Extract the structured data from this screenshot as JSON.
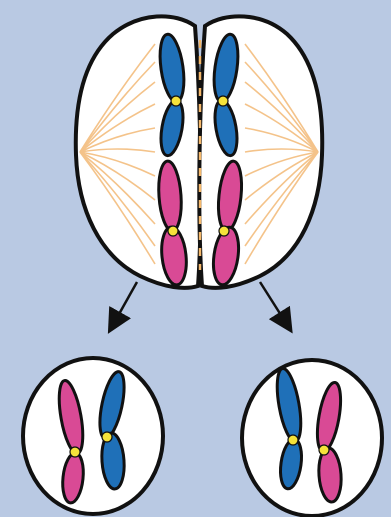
{
  "figure": {
    "background_color": "#b9c9e3",
    "cell_fill": "#ffffff",
    "outline_color": "#111111",
    "spindle_color": "#f4c38a",
    "centromere_color": "#f5e23a",
    "chromosome_colors": {
      "blue": "#1f70b8",
      "pink": "#d94a95"
    },
    "parent_cell": {
      "stage": "dividing",
      "chromatid_pairs": 2
    },
    "daughter_cells": [
      {
        "position": "left",
        "chromosomes": [
          "pink",
          "blue"
        ]
      },
      {
        "position": "right",
        "chromosomes": [
          "blue",
          "pink"
        ]
      }
    ],
    "arrows": 2
  }
}
